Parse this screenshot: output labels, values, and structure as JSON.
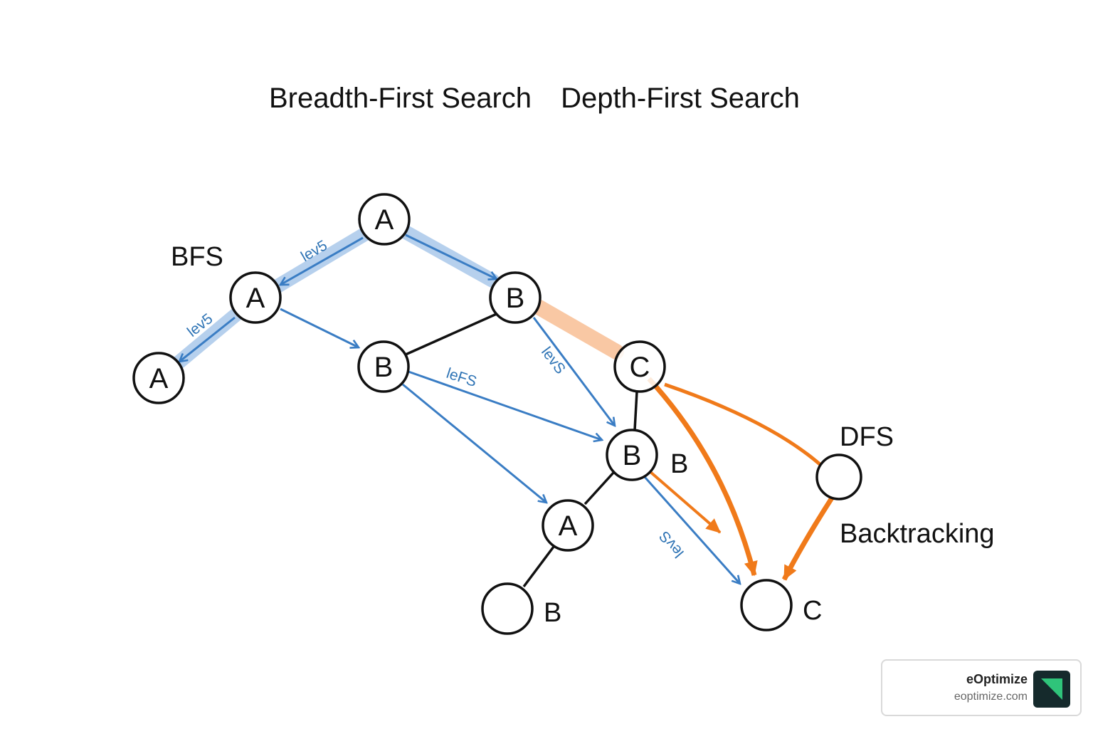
{
  "titles": {
    "left": "Breadth-First Search",
    "right": "Depth-First Search"
  },
  "labels": {
    "bfs": "BFS",
    "dfs": "DFS",
    "backtracking": "Backtracking",
    "b_side": "B",
    "b_bottom": "B",
    "c_bottom": "C"
  },
  "nodes": [
    {
      "id": "n1",
      "label": "A"
    },
    {
      "id": "n2",
      "label": "A"
    },
    {
      "id": "n3",
      "label": "B"
    },
    {
      "id": "n4",
      "label": "A"
    },
    {
      "id": "n5",
      "label": "B"
    },
    {
      "id": "n6",
      "label": "C"
    },
    {
      "id": "n7",
      "label": "B"
    },
    {
      "id": "n8",
      "label": "A"
    },
    {
      "id": "n9",
      "label": ""
    },
    {
      "id": "n10",
      "label": ""
    },
    {
      "id": "n11",
      "label": ""
    }
  ],
  "edge_labels": [
    "lev5",
    "lev5",
    "leFS",
    "levS",
    "levS"
  ],
  "colors": {
    "bfs_blue": "#3a7dc4",
    "bfs_highlight": "#a9c8ea",
    "dfs_orange": "#f07a1a",
    "dfs_highlight": "#f8c29a",
    "edge_black": "#111111"
  },
  "brand": {
    "name": "eOptimize",
    "url": "eoptimize.com",
    "logo_icon": "eoptimize-logo-icon"
  }
}
